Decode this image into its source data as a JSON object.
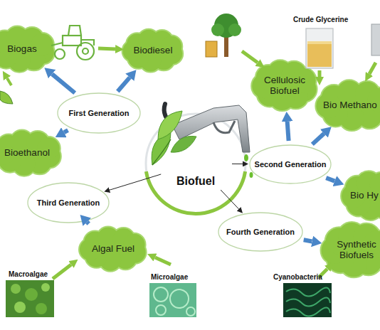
{
  "diagram": {
    "nodes": [
      {
        "text": [
          "Biogas"
        ]
      },
      {
        "text": [
          "Biodiesel"
        ]
      },
      {
        "text": [
          "Cellulosic Biofuel"
        ]
      },
      {
        "text": [
          "Bio Methano"
        ]
      },
      {
        "text": [
          "First Generation"
        ]
      },
      {
        "text": [
          "Bioethanol"
        ]
      },
      {
        "text": [
          "Biofuel"
        ]
      },
      {
        "text": [
          "Second Generation"
        ]
      },
      {
        "text": [
          "Third Generation"
        ]
      },
      {
        "text": [
          "Bio Hy"
        ]
      },
      {
        "text": [
          "Fourth Generation"
        ]
      },
      {
        "text": [
          "Algal Fuel"
        ]
      },
      {
        "text": [
          "Synthetic Biofuels"
        ]
      }
    ],
    "edges": [
      {
        "from": 4,
        "to": 0,
        "arrow": "to"
      },
      {
        "from": 4,
        "to": 1,
        "arrow": "to"
      },
      {
        "from": 4,
        "to": 5,
        "arrow": "to"
      },
      {
        "from": 6,
        "to": 7,
        "arrow": "to"
      },
      {
        "from": 6,
        "to": 8,
        "arrow": "to"
      },
      {
        "from": 6,
        "to": 10,
        "arrow": "to"
      },
      {
        "from": 7,
        "to": 2,
        "arrow": "to"
      },
      {
        "from": 7,
        "to": 3,
        "arrow": "to"
      },
      {
        "from": 7,
        "to": 9,
        "arrow": "to"
      },
      {
        "from": 8,
        "to": 11,
        "arrow": "to"
      },
      {
        "from": 10,
        "to": 12,
        "arrow": "to"
      }
    ],
    "labels": [
      "Crude Glycerine",
      "Macroalgae",
      "Microalgae",
      "Cyanobacteria"
    ]
  }
}
